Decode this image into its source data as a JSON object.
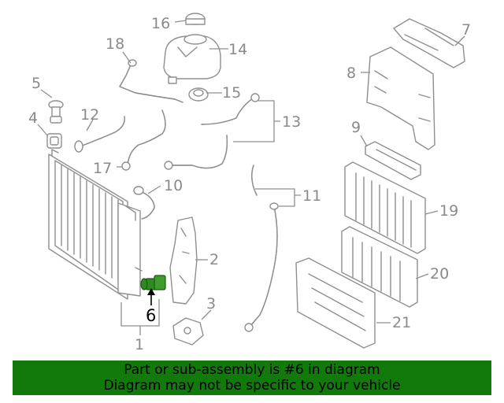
{
  "callouts": {
    "n1": "1",
    "n2": "2",
    "n3": "3",
    "n4": "4",
    "n5": "5",
    "n6": "6",
    "n7": "7",
    "n8": "8",
    "n9": "9",
    "n10": "10",
    "n11": "11",
    "n12": "12",
    "n13": "13",
    "n14": "14",
    "n15": "15",
    "n16": "16",
    "n17": "17",
    "n18": "18",
    "n19": "19",
    "n20": "20",
    "n21": "21"
  },
  "highlight_color": "#2e8b1f",
  "banner": {
    "line1": "Part or sub-assembly is #6 in diagram",
    "line2": "Diagram may not be specific to your vehicle",
    "background": "#117a0a"
  }
}
